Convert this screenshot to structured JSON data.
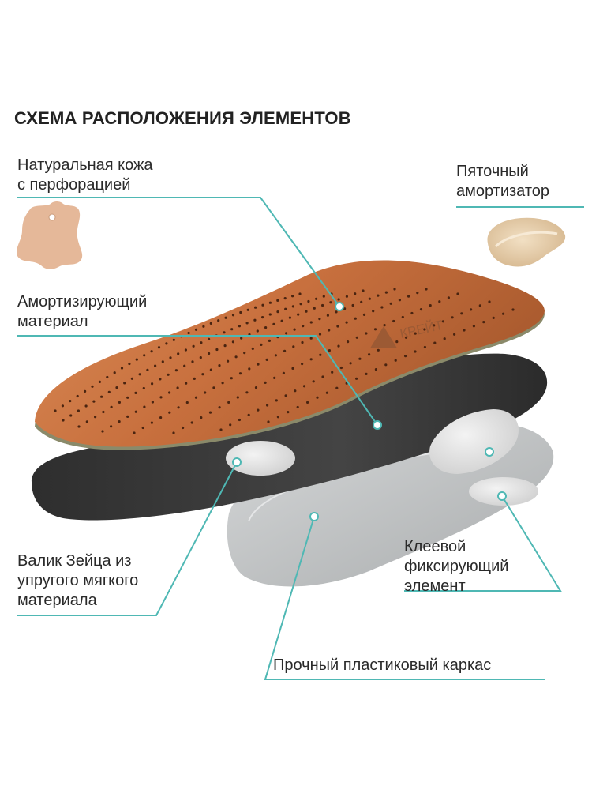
{
  "title": "СХЕМА РАСПОЛОЖЕНИЯ ЭЛЕМЕНТОВ",
  "labels": {
    "leather": [
      "Натуральная кожа",
      "с перфорацией"
    ],
    "heel_absorber": [
      "Пяточный",
      "амортизатор"
    ],
    "cushion": [
      "Амортизирующий",
      "материал"
    ],
    "metatarsal_pad": [
      "Валик Зейца из",
      "упругого мягкого",
      "материала"
    ],
    "adhesive": [
      "Клеевой",
      "фиксирующий",
      "элемент"
    ],
    "frame": [
      "Прочный пластиковый каркас"
    ]
  },
  "brand": "КРЕЙТ",
  "colors": {
    "leader": "#4fb8b4",
    "leather": "#c8703e",
    "leather_light": "#e8b08a",
    "foam": "#3a3a3a",
    "frame": "#c4c6c7",
    "pad": "#e6e6e6",
    "heel_pad": "#e6cfae"
  },
  "icons": [
    "leather-hide-icon",
    "heel-cushion-image"
  ]
}
